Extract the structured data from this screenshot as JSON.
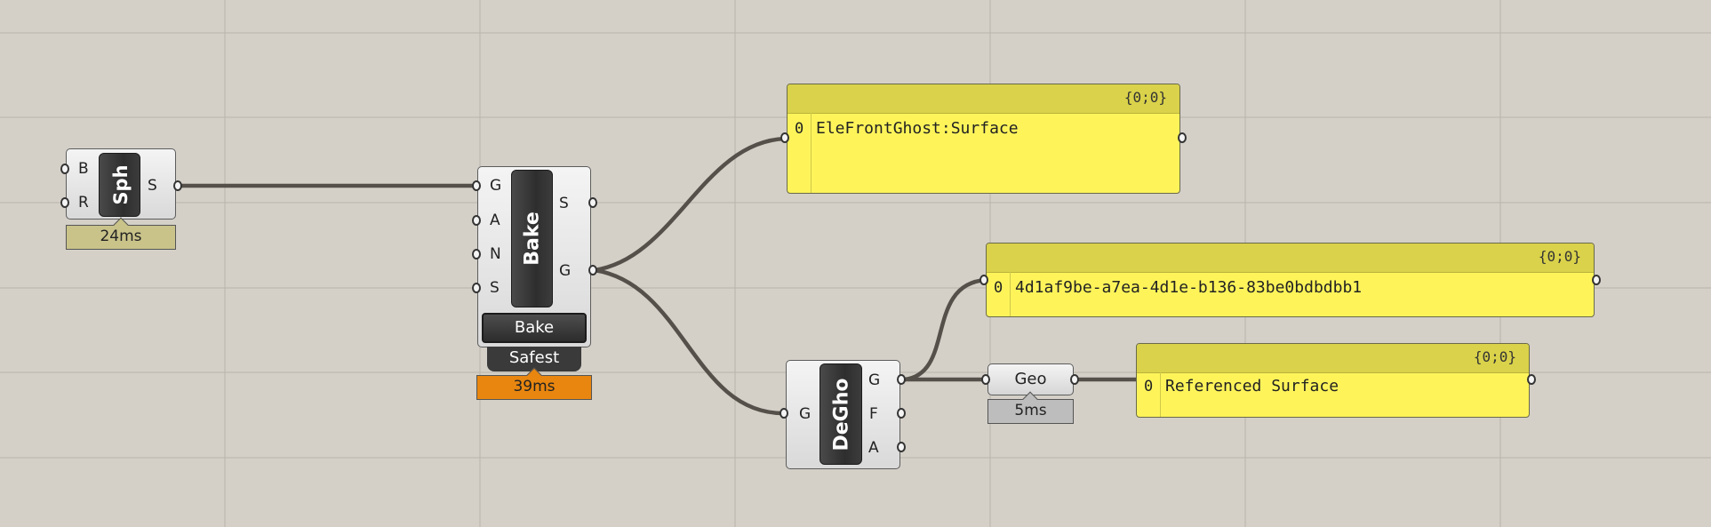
{
  "canvas": {
    "background": "#d4d0c8",
    "grid_color": "#bdb9b1"
  },
  "sphere": {
    "nickname": "Sph",
    "inputs": [
      "B",
      "R"
    ],
    "outputs": [
      "S"
    ],
    "timer": "24ms"
  },
  "bake": {
    "nickname": "Bake",
    "inputs": [
      "G",
      "A",
      "N",
      "S"
    ],
    "outputs": [
      "S",
      "G"
    ],
    "button_label": "Bake",
    "mode_label": "Safest",
    "timer": "39ms"
  },
  "deghost": {
    "nickname": "DeGho",
    "inputs": [
      "G"
    ],
    "outputs": [
      "G",
      "F",
      "A"
    ]
  },
  "geo_param": {
    "label": "Geo",
    "timer": "5ms"
  },
  "panels": [
    {
      "path": "{0;0}",
      "index": "0",
      "value": "EleFrontGhost:Surface"
    },
    {
      "path": "{0;0}",
      "index": "0",
      "value": "4d1af9be-a7ea-4d1e-b136-83be0bdbdbb1"
    },
    {
      "path": "{0;0}",
      "index": "0",
      "value": "Referenced Surface"
    }
  ],
  "colors": {
    "panel_fill": "#fef45a",
    "panel_header": "#d9d24a",
    "timer_olive": "#c9c38a",
    "timer_orange": "#e8860f",
    "wire": "#555049"
  }
}
